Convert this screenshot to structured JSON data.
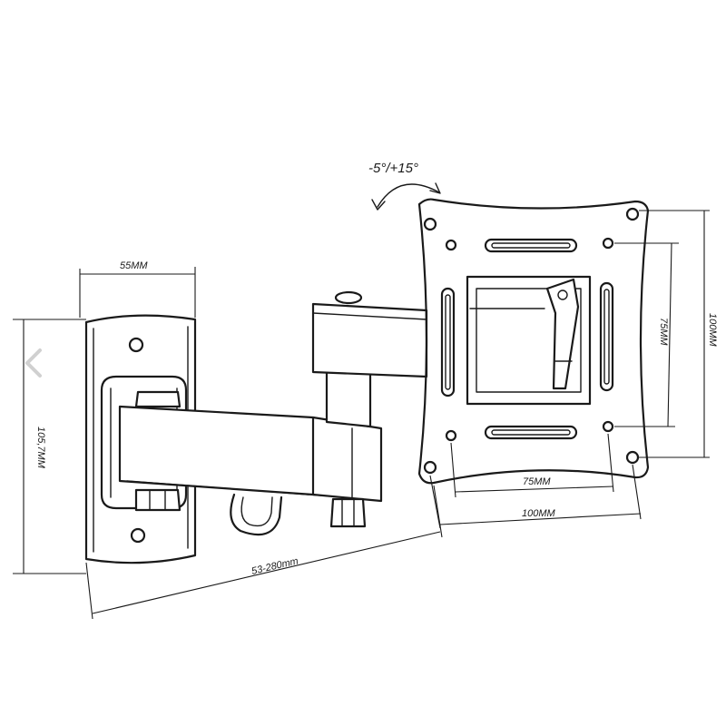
{
  "labels": {
    "tilt": "-5°/+15°",
    "wall_plate_width": "55MM",
    "wall_plate_height": "105,7MM",
    "arm_extension": "53-280mm",
    "vesa_inner_h": "75MM",
    "vesa_outer_h": "100MM",
    "vesa_inner_v": "75MM",
    "vesa_outer_v": "100MM"
  },
  "icons": {
    "prev": "chevron-left-icon"
  }
}
